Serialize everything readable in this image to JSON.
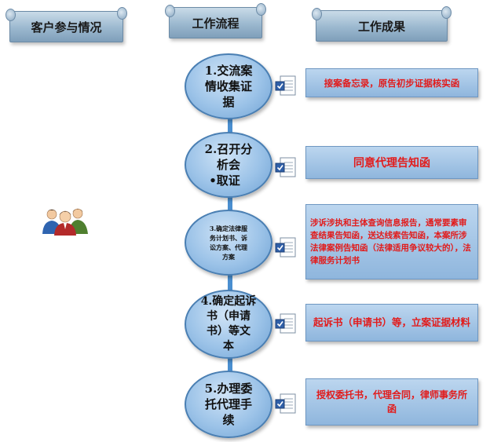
{
  "headers": {
    "left": "客户参与情况",
    "middle": "工作流程",
    "right": "工作成果"
  },
  "steps": [
    {
      "lines": [
        "1.交流案",
        "情收集证",
        "据"
      ],
      "result": "接案备忘录，原告初步证据核实函"
    },
    {
      "lines": [
        "2.召开分",
        "析会",
        "•取证"
      ],
      "result": "同意代理告知函"
    },
    {
      "lines": [
        "3.确定法律服",
        "务计划书、诉",
        "讼方案、代理",
        "方案"
      ],
      "result": "涉诉涉执和主体查询信息报告，通常要素审查结果告知函，送达线索告知函，本案所涉法律案例告知函（法律适用争议较大的），法律服务计划书"
    },
    {
      "lines": [
        "4.确定起诉",
        "书（申请",
        "书）等文",
        "本"
      ],
      "result": "起诉书（申请书）等，立案证据材料"
    },
    {
      "lines": [
        "5.办理委",
        "托代理手",
        "续"
      ],
      "result": "授权委托书，代理合同，律师事务所函"
    }
  ],
  "icons": {
    "step_document": "document-check-icon",
    "client_group": "people-group-icon"
  },
  "colors": {
    "connector": "#4a8fd0",
    "result_text": "#e21b1b",
    "circle_border": "#4a7fb3"
  }
}
